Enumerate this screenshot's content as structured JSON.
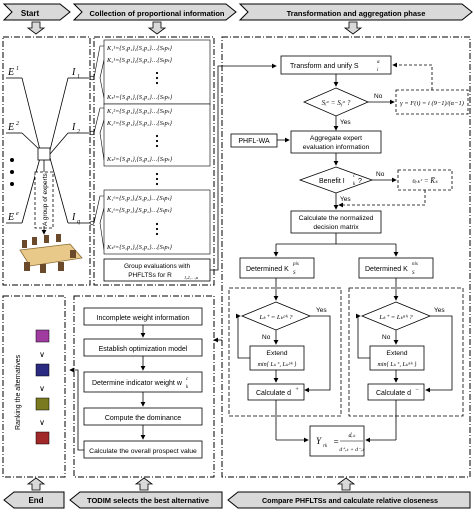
{
  "phases": {
    "start": "Start",
    "collection": "Collection of proportional information",
    "transformation": "Transformation and aggregation phase",
    "end": "End",
    "todim": "TODIM selects the best alternative",
    "compare": "Compare PHFLTSs and calculate relative closeness"
  },
  "experts": {
    "e1": "E",
    "e1_sup": "1",
    "e2": "E",
    "e2_sup": "2",
    "eq": "E",
    "eq_sup": "e",
    "group": "A group of experts",
    "i1": "I",
    "i1_sub": "1",
    "i2": "I",
    "i2_sub": "2",
    "iq": "I",
    "iq_sub": "q"
  },
  "ks_rows": {
    "group1": [
      "K₁¹={S₁p₁},{S₂p₂}…{Sₜpₜ}",
      "K₂¹={S₁p₁},{S₂p₂}…{Sₜpₜ}",
      "Kₛ¹={S₁p₁},{S₂p₂}…{Sₜpₜ}"
    ],
    "group2": [
      "K₁²={S₁p₁},{S₂p₂}…{Sₜpₜ}",
      "K₂²={S₁p₁},{S₂p₂}…{Sₜpₜ}",
      "Kₛ²={S₁p₁},{S₂p₂}…{Sₜpₜ}"
    ],
    "group3": [
      "K₁ᵉ={S₁p₁},{S₂p₂}…{Sₜpₜ}",
      "K₂ᵉ={S₁p₁},{S₂p₂}…{Sₜpₜ}",
      "Kₛᵉ={S₁p₁},{S₂p₂}…{Sₜpₜ}"
    ]
  },
  "group_eval": {
    "line1": "Group evaluations with",
    "line2": "PHFLTSs for R",
    "line2_sub": "1,2,…,u"
  },
  "transform": {
    "transform_unify": "Transform and unify S",
    "transform_sub": "i",
    "transform_sup": "α",
    "diamond": "Sᵢᵅ = Sᵧᵅ ?",
    "no": "No",
    "yes": "Yes",
    "gamma": "γ = F(i) = i (9−1)/(α−1)",
    "phfl_wa": "PHFL-WA",
    "aggregate_l1": "Aggregate expert",
    "aggregate_l2": "evaluation information",
    "benefit": "Benefit I",
    "benefit_sub": "k",
    "benefit_sup": "c",
    "benefit_q": "?",
    "upsilon": "υᵣₖᶜ = K̅ₛ",
    "normalize_l1": "Calculate the normalized",
    "normalize_l2": "decision matrix",
    "det_pos": "Determined K",
    "det_pos_sub": "S",
    "det_pos_sup": "pis",
    "det_neg": "Determined K",
    "det_neg_sub": "S",
    "det_neg_sup": "nis",
    "lk_pos": "Lₖ⁺ = Lₖᵖⁱˢ ?",
    "lk_neg": "Lₖ⁺ = Lₖⁿⁱˢ ?",
    "extend": "Extend",
    "min_pos": "min{ Lₖ⁺, Lₖᵖⁱˢ }",
    "min_neg": "min{ Lₖ⁺, Lₖⁿⁱˢ }",
    "calc_dplus": "Calculate d",
    "calc_dplus_sup": "+",
    "calc_dminus": "Calculate d",
    "calc_dminus_sup": "−",
    "y_rk": "Y",
    "y_rk_sub": "rk",
    "y_num": "dᵣₖ",
    "y_den": "d⁺ᵣₖ + d⁻ᵣₖ"
  },
  "todim": {
    "incomplete": "Incomplete weight information",
    "optimization": "Establish optimization model",
    "indicator": "Determine indicator weight w",
    "indicator_sub": "k",
    "indicator_sup": "c",
    "dominance": "Compute the dominance",
    "prospect": "Calculate the overall prospect value"
  },
  "ranking": {
    "label": "Ranking the alternatives",
    "gt": "∨",
    "colors": [
      "#a03ca0",
      "#2a2a80",
      "#7a7a20",
      "#a02828"
    ]
  },
  "colors": {
    "box_fill": "#ffffff",
    "arrow_fill": "#d9d9d9",
    "stroke": "#000000"
  }
}
